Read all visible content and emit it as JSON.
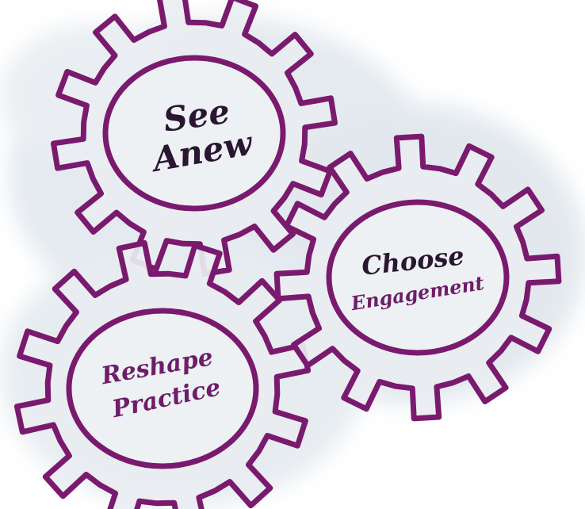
{
  "colors": {
    "gear_outline": "#7a1a6e",
    "gear_fill": "#e9edf1",
    "text_dark": "#2a1630",
    "text_purple": "#6e1d68",
    "wash": "#d6dee6"
  },
  "gears": [
    {
      "id": "see-anew",
      "lines": [
        "See",
        "Anew"
      ]
    },
    {
      "id": "choose-engagement",
      "lines": [
        "Choose",
        "Engagement"
      ]
    },
    {
      "id": "reshape-practice",
      "lines": [
        "Reshape",
        "Practice"
      ]
    }
  ]
}
